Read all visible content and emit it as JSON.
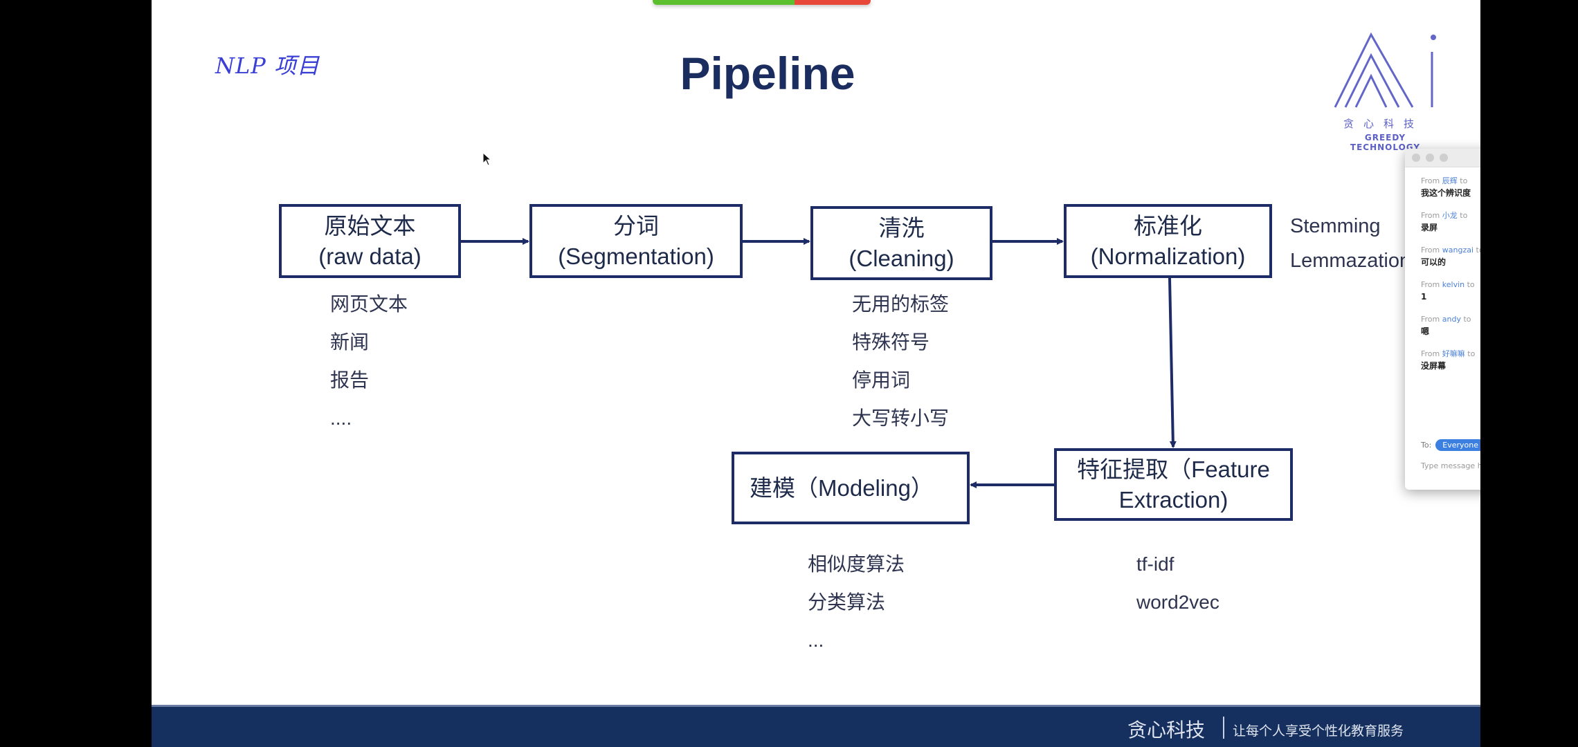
{
  "annotation": {
    "handwritten_note": "NLP 项目"
  },
  "slide": {
    "title": "Pipeline",
    "logo": {
      "mark": "Ai",
      "cn": "贪心科技",
      "en": "GREEDY TECHNOLOGY"
    },
    "boxes": {
      "raw": {
        "line1": "原始文本",
        "line2": "(raw data)"
      },
      "segmentation": {
        "line1": "分词",
        "line2": "(Segmentation)"
      },
      "cleaning": {
        "line1": "清洗",
        "line2": "(Cleaning)"
      },
      "normalization": {
        "line1": "标准化",
        "line2": "(Normalization)"
      },
      "feature": {
        "line1": "特征提取（Feature",
        "line2": "Extraction)"
      },
      "modeling": {
        "line1": "建模（Modeling）"
      }
    },
    "lists": {
      "raw": [
        "网页文本",
        "新闻",
        "报告",
        "...."
      ],
      "cleaning": [
        "无用的标签",
        "特殊符号",
        "停用词",
        "大写转小写"
      ],
      "normalization": [
        "Stemming",
        "Lemmazation"
      ],
      "feature": [
        "tf-idf",
        "word2vec"
      ],
      "modeling": [
        "相似度算法",
        "分类算法",
        "..."
      ]
    },
    "footer": {
      "brand": "贪心科技",
      "slogan": "让每个人享受个性化教育服务"
    }
  },
  "recording_bar": {
    "colors": {
      "left": "#5cbf2e",
      "right": "#e8483a"
    }
  },
  "chat": {
    "messages": [
      {
        "from_label": "From",
        "sender": "辰辉",
        "to_label": "to",
        "text": "我这个辨识度"
      },
      {
        "from_label": "From",
        "sender": "小龙",
        "to_label": "to",
        "text": "录屏"
      },
      {
        "from_label": "From",
        "sender": "wangzai",
        "to_label": "to",
        "text": "可以的"
      },
      {
        "from_label": "From",
        "sender": "kelvin",
        "to_label": "to",
        "text": "1"
      },
      {
        "from_label": "From",
        "sender": "andy",
        "to_label": "to",
        "text": "嗯"
      },
      {
        "from_label": "From",
        "sender": "好嘛嘛",
        "to_label": "to",
        "text": "没屏幕"
      }
    ],
    "to_label": "To:",
    "recipient": "Everyone",
    "input_placeholder": "Type message here..."
  },
  "colors": {
    "box_border": "#1d2b66",
    "title": "#1b2d5e",
    "footer_bg": "#15305e"
  }
}
